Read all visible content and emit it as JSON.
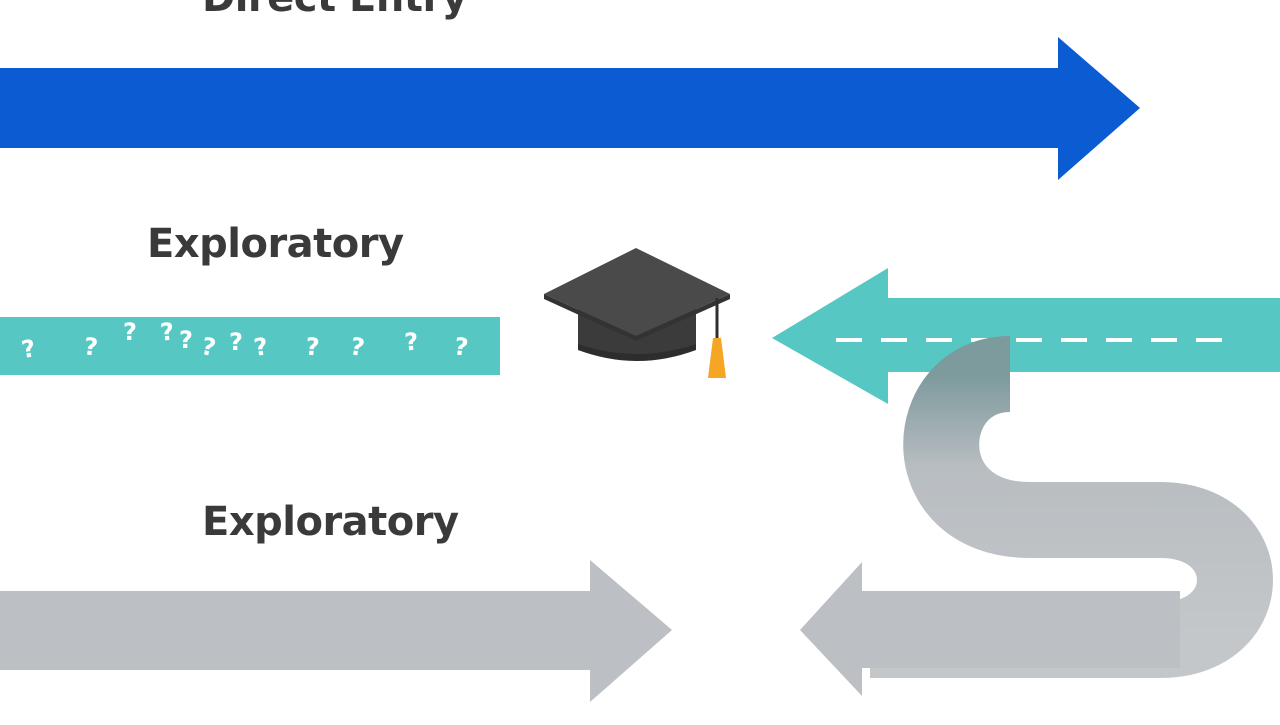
{
  "paths": {
    "direct": {
      "label": "Direct Entry",
      "color": "#0b5bd3"
    },
    "exploratory_upper": {
      "label": "Exploratory",
      "color": "#56c7c3",
      "marker_glyph": "?",
      "marker_count": 12
    },
    "exploratory_lower": {
      "label": "Exploratory",
      "color": "#bcbfc3"
    }
  },
  "center": {
    "icon": "graduation-cap-icon",
    "cap_color": "#4a4a4a",
    "tassel_color": "#f5a623"
  }
}
